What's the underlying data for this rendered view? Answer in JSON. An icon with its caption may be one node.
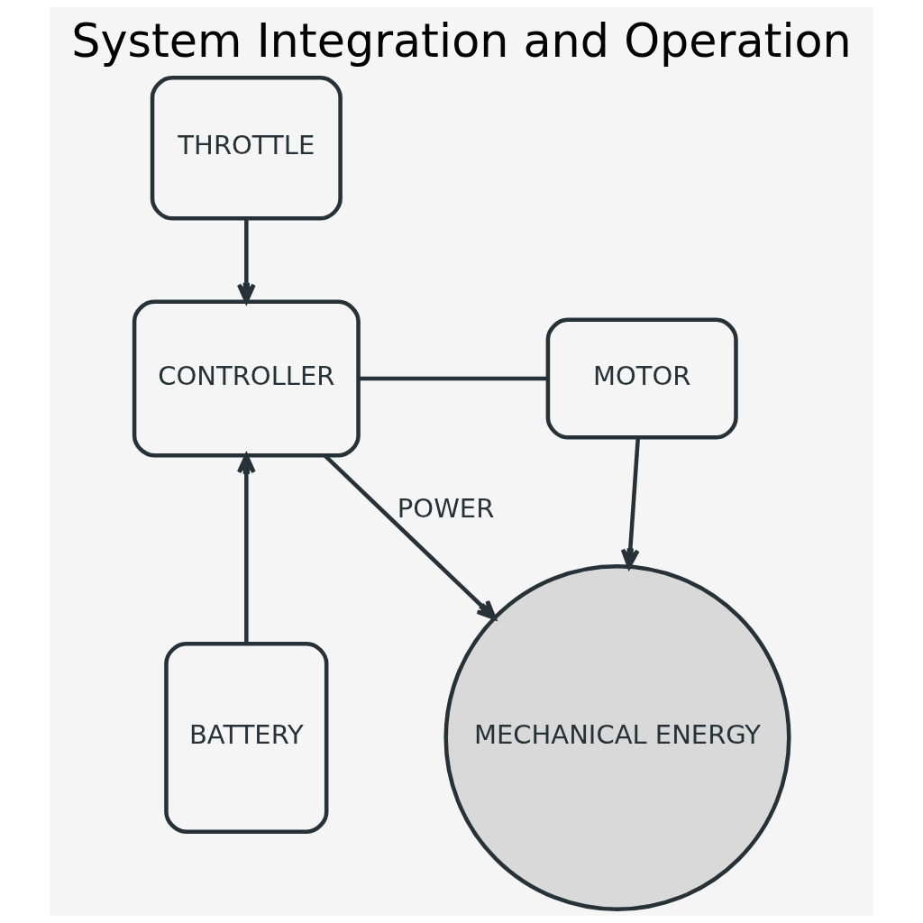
{
  "diagram": {
    "title": "System Integration and Operation",
    "nodes": [
      {
        "text": [
          "THROTTLE"
        ]
      },
      {
        "text": [
          "CONTROLLER"
        ]
      },
      {
        "text": [
          "MOTOR"
        ]
      },
      {
        "text": [
          "BATTERY"
        ]
      },
      {
        "text": [
          "MECHANICAL ENERGY"
        ]
      }
    ],
    "edges": [
      {
        "from": 0,
        "to": 1,
        "arrow": "to"
      },
      {
        "from": 3,
        "to": 1,
        "arrow": "to"
      },
      {
        "from": 1,
        "to": 2,
        "arrow": "none"
      },
      {
        "from": 1,
        "to": 4,
        "label": "POWER",
        "arrow": "to"
      },
      {
        "from": 2,
        "to": 4,
        "arrow": "to"
      }
    ]
  }
}
